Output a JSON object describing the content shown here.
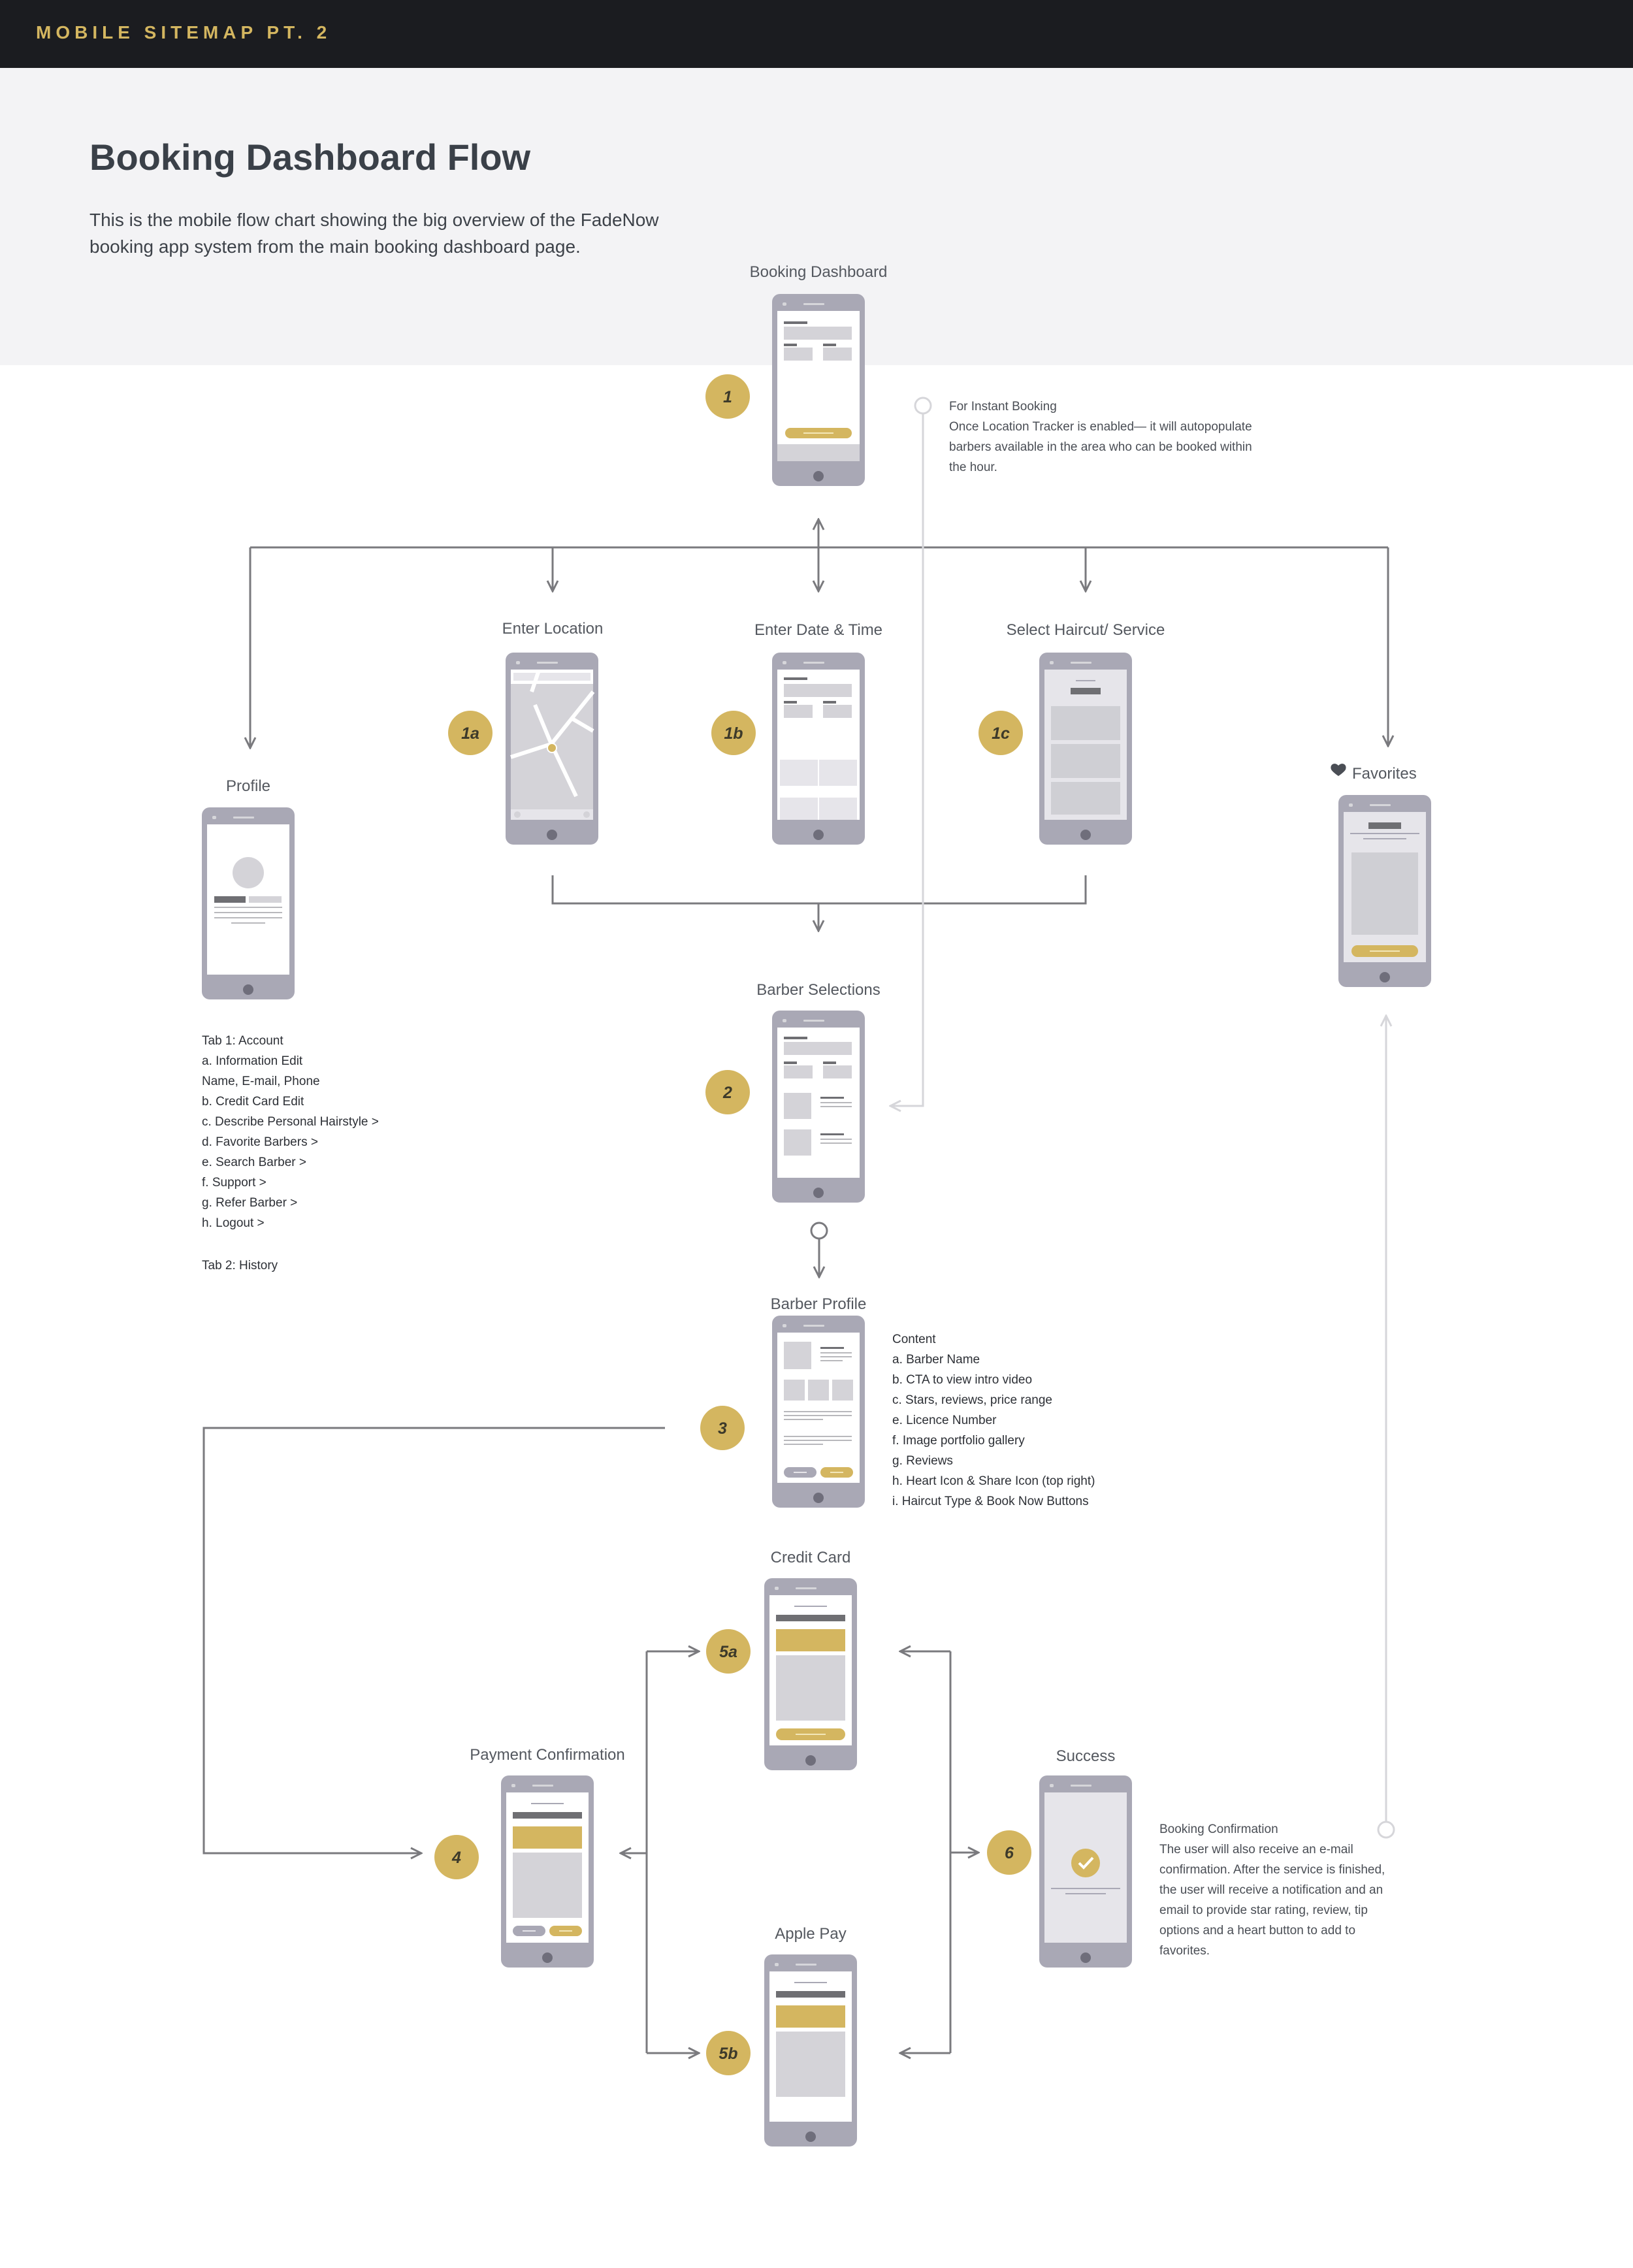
{
  "header": {
    "label": "MOBILE SITEMAP PT. 2"
  },
  "page": {
    "title": "Booking Dashboard Flow",
    "intro_line1": "This is the mobile flow chart showing the big overview of the FadeNow",
    "intro_line2": "booking app system from the main booking dashboard page."
  },
  "screens": {
    "booking_dashboard": "Booking Dashboard",
    "enter_location": "Enter Location",
    "enter_date_time": "Enter Date & Time",
    "select_haircut": "Select Haircut/ Service",
    "profile": "Profile",
    "favorites": "Favorites",
    "barber_selections": "Barber Selections",
    "barber_profile": "Barber Profile",
    "credit_card": "Credit Card",
    "payment_confirmation": "Payment Confirmation",
    "success": "Success",
    "apple_pay": "Apple Pay"
  },
  "badges": {
    "b1": "1",
    "b1a": "1a",
    "b1b": "1b",
    "b1c": "1c",
    "b2": "2",
    "b3": "3",
    "b4": "4",
    "b5a": "5a",
    "b5b": "5b",
    "b6": "6"
  },
  "notes": {
    "instant_booking": [
      "For Instant Booking",
      "Once Location Tracker is enabled— it will autopopulate",
      "barbers available in the area who can be booked within",
      "the hour."
    ],
    "profile_tabs": [
      "Tab 1: Account",
      "a. Information Edit",
      "Name, E-mail, Phone",
      "b. Credit Card Edit",
      "c.  Describe Personal Hairstyle >",
      "d. Favorite Barbers >",
      "e. Search Barber >",
      "f. Support >",
      "g. Refer Barber >",
      "h. Logout >",
      "",
      "Tab 2: History"
    ],
    "barber_profile_content": [
      "Content",
      "a. Barber Name",
      "b. CTA to view intro video",
      "c. Stars, reviews, price range",
      "e. Licence Number",
      "f. Image portfolio gallery",
      "g. Reviews",
      "h. Heart Icon & Share Icon (top right)",
      "i. Haircut Type & Book Now Buttons"
    ],
    "booking_confirmation": [
      "Booking Confirmation",
      "The user will also receive an e-mail",
      "confirmation. After the service is finished,",
      "the user will receive a notification and an",
      "email to provide star rating, review, tip",
      "options and a heart button to add to",
      "favorites."
    ]
  },
  "colors": {
    "accent": "#d4b660",
    "phone": "#a9a8b5",
    "line": "#7a7a7e",
    "dark": "#1b1c20"
  },
  "icons": {
    "favorites": "heart-icon",
    "success": "check-icon"
  }
}
